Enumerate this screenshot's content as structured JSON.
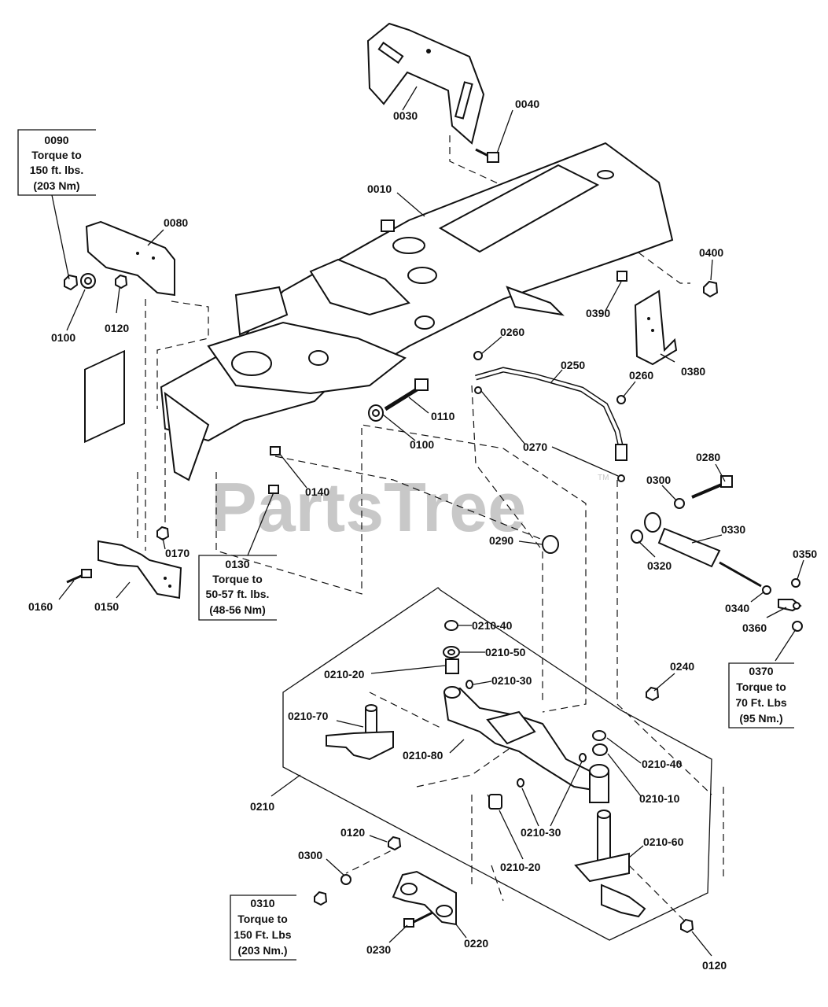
{
  "watermark": {
    "text": "PartsTree",
    "trademark": "TM"
  },
  "notes": {
    "n0090": [
      "0090",
      "Torque to",
      "150 ft. lbs.",
      "(203 Nm)"
    ],
    "n0130": [
      "0130",
      "Torque to",
      "50-57 ft. lbs.",
      "(48-56 Nm)"
    ],
    "n0370": [
      "0370",
      "Torque to",
      "70 Ft. Lbs",
      "(95 Nm.)"
    ],
    "n0310": [
      "0310",
      "Torque to",
      "150 Ft. Lbs",
      "(203 Nm.)"
    ]
  },
  "labels": {
    "l0030": "0030",
    "l0040": "0040",
    "l0010": "0010",
    "l0080": "0080",
    "l0100a": "0100",
    "l0120a": "0120",
    "l0400": "0400",
    "l0390": "0390",
    "l0380": "0380",
    "l0260a": "0260",
    "l0250": "0250",
    "l0260b": "0260",
    "l0110": "0110",
    "l0100b": "0100",
    "l0270": "0270",
    "l0280": "0280",
    "l0300a": "0300",
    "l0330": "0330",
    "l0140": "0140",
    "l0290": "0290",
    "l0320": "0320",
    "l0350": "0350",
    "l0170": "0170",
    "l0160": "0160",
    "l0150": "0150",
    "l0340": "0340",
    "l0360": "0360",
    "l0210_40a": "0210-40",
    "l0210_50": "0210-50",
    "l0210_20a": "0210-20",
    "l0210_30a": "0210-30",
    "l0240": "0240",
    "l0210_70": "0210-70",
    "l0210_80": "0210-80",
    "l0210_40b": "0210-40",
    "l0210_10": "0210-10",
    "l0210": "0210",
    "l0210_30b": "0210-30",
    "l0210_60": "0210-60",
    "l0120b": "0120",
    "l0300b": "0300",
    "l0210_20b": "0210-20",
    "l0230": "0230",
    "l0220": "0220",
    "l0120c": "0120"
  }
}
